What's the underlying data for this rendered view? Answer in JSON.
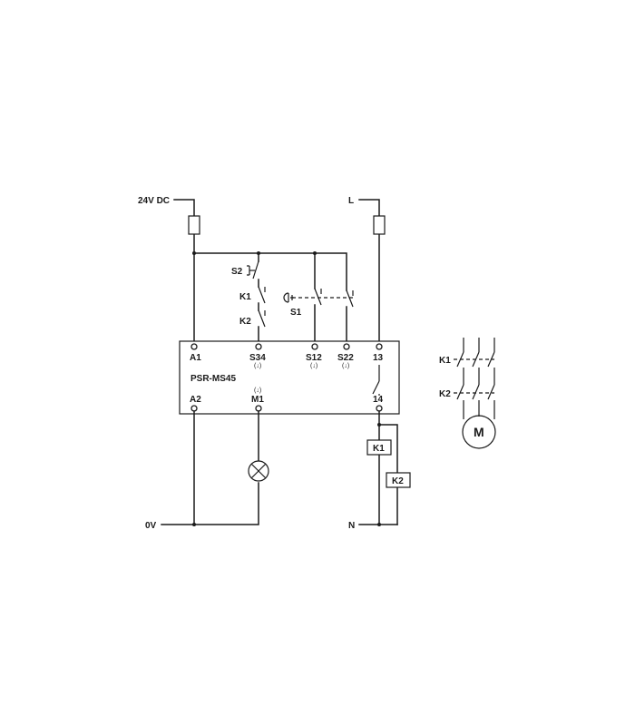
{
  "supply": {
    "dc_label": "24V DC",
    "ac_label": "L",
    "zero_label": "0V",
    "neutral_label": "N"
  },
  "module": {
    "name": "PSR-MS45",
    "terminals_top": [
      "A1",
      "S34",
      "S12",
      "S22",
      "13"
    ],
    "terminals_bottom": [
      "A2",
      "M1",
      "14"
    ],
    "sub_marks": {
      "s34": "(↓)",
      "s12": "(↓)",
      "s22": "(↓)",
      "m1": "(↓)"
    }
  },
  "switches": {
    "start": "S2",
    "feedback_k1": "K1",
    "feedback_k2": "K2",
    "emergency_stop": "S1"
  },
  "coils": {
    "k1": "K1",
    "k2": "K2"
  },
  "motor_circuit": {
    "contactor_k1": "K1",
    "contactor_k2": "K2",
    "motor": "M"
  }
}
